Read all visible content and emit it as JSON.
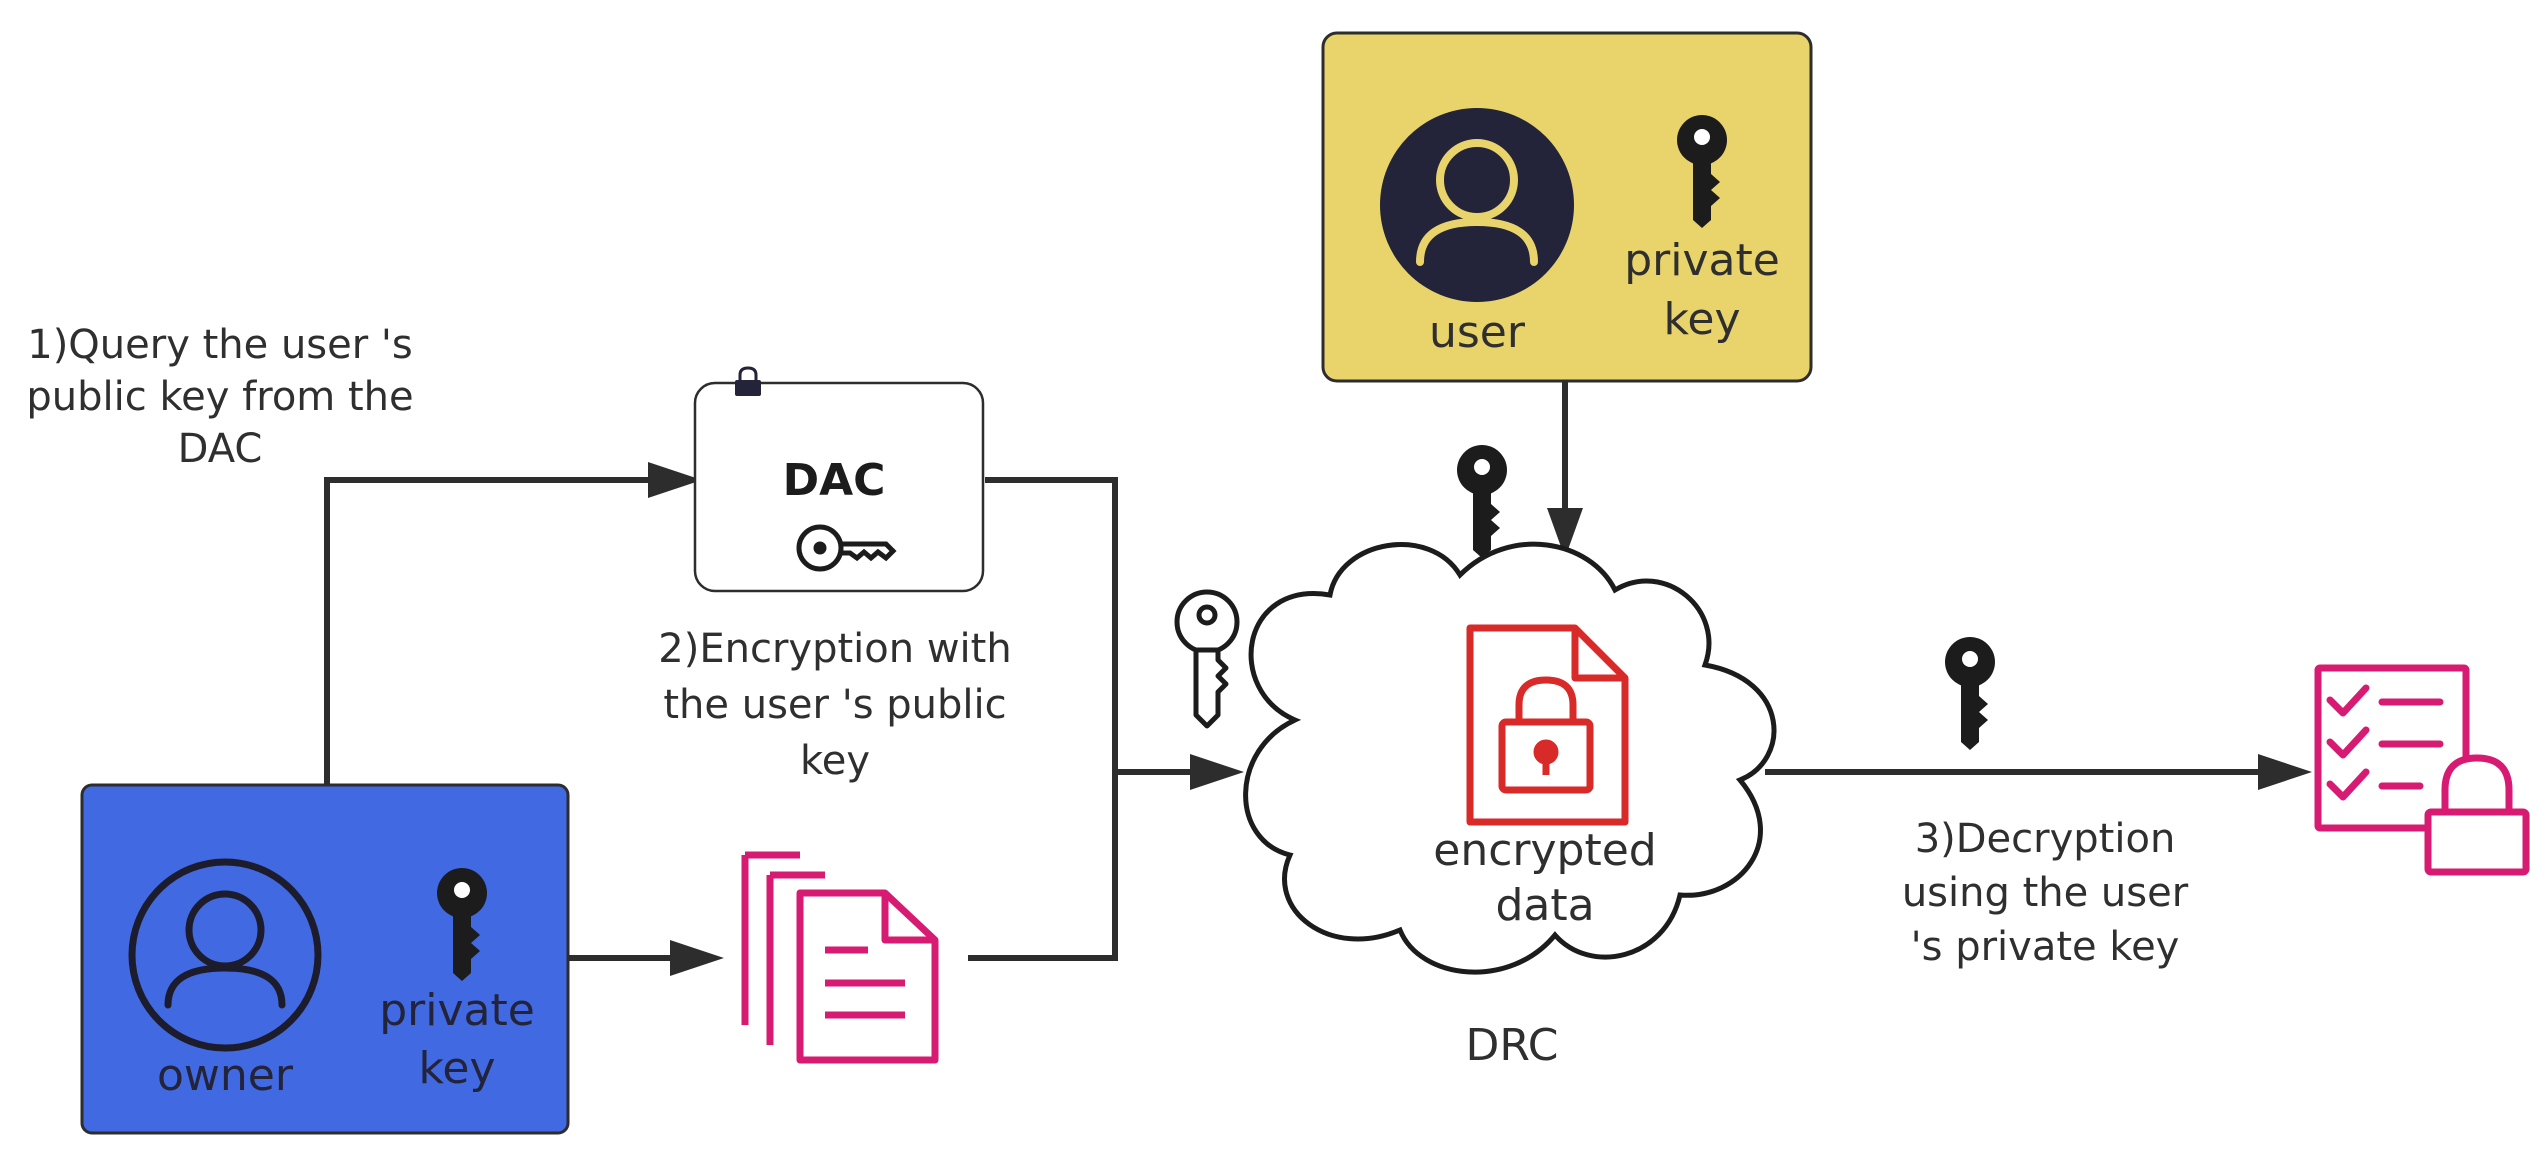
{
  "nodes": {
    "owner": {
      "label": "owner",
      "key_label_1": "private",
      "key_label_2": "key",
      "fill": "#4169e1"
    },
    "user": {
      "label": "user",
      "key_label_1": "private",
      "key_label_2": "key",
      "fill": "#e8d46a"
    },
    "dac": {
      "label": "DAC"
    },
    "drc": {
      "label": "DRC",
      "content_label_1": "encrypted",
      "content_label_2": "data"
    }
  },
  "steps": {
    "query": [
      "1)Query the user 's",
      "public key from the",
      "DAC"
    ],
    "encrypt": [
      "2)Encryption with",
      "the user 's public",
      "key"
    ],
    "decrypt": [
      "3)Decryption",
      "using the user",
      "'s private key"
    ]
  },
  "colors": {
    "pink_icon": "#d81b72",
    "red_icon": "#d92a2a",
    "dark": "#23233a",
    "line": "#2d2d2d"
  },
  "icons": [
    "person-icon",
    "key-icon",
    "documents-icon",
    "locked-file-icon",
    "checklist-lock-icon",
    "padlock-icon"
  ]
}
